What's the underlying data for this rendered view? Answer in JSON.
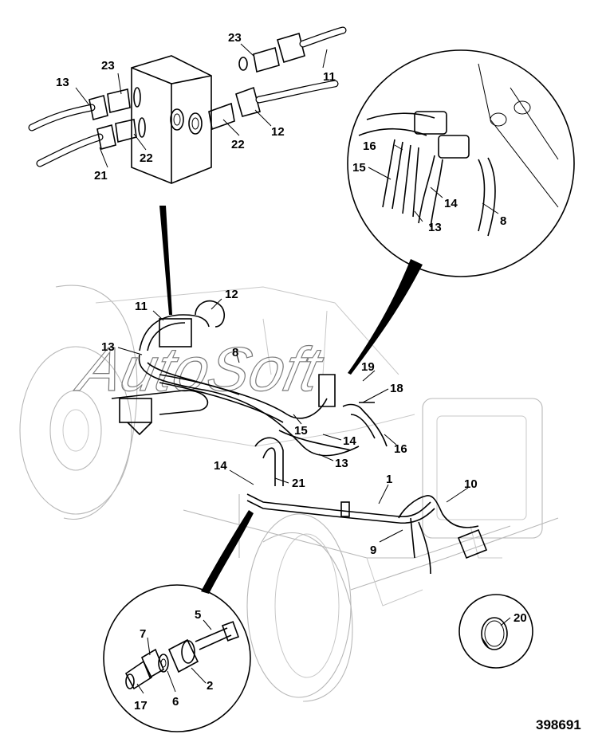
{
  "watermark": "AutoSoft",
  "document_number": "398691",
  "callouts": {
    "c1": "1",
    "c2": "2",
    "c5": "5",
    "c6": "6",
    "c7": "7",
    "c8a": "8",
    "c8b": "8",
    "c9": "9",
    "c10": "10",
    "c11a": "11",
    "c11b": "11",
    "c12a": "12",
    "c12b": "12",
    "c13a": "13",
    "c13b": "13",
    "c13c": "13",
    "c13d": "13",
    "c14a": "14",
    "c14b": "14",
    "c14c": "14",
    "c15a": "15",
    "c15b": "15",
    "c16a": "16",
    "c16b": "16",
    "c17": "17",
    "c18": "18",
    "c19": "19",
    "c20": "20",
    "c21a": "21",
    "c21b": "21",
    "c22a": "22",
    "c22b": "22",
    "c23a": "23",
    "c23b": "23"
  }
}
